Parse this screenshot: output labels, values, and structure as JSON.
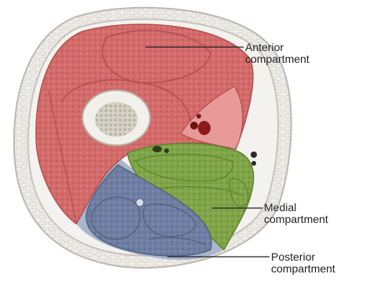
{
  "labels": {
    "anterior": {
      "line1": "Anterior",
      "line2": "compartment"
    },
    "medial": {
      "line1": "Medial",
      "line2": "compartment"
    },
    "posterior": {
      "line1": "Posterior",
      "line2": "compartment"
    }
  },
  "colors": {
    "skin": "#eceae6",
    "fat": "#f4f2ee",
    "fascia": "#cfcbc4",
    "anterior_muscle": "#d36b6b",
    "anterior_pink": "#e89a98",
    "medial_muscle": "#7fa548",
    "posterior_muscle": "#6f7ea2",
    "posterior_fascia": "#a9b6cc",
    "bone_cortex": "#f2f0ea",
    "bone_marrow": "#c9c4b8",
    "leader_line": "#222222"
  }
}
